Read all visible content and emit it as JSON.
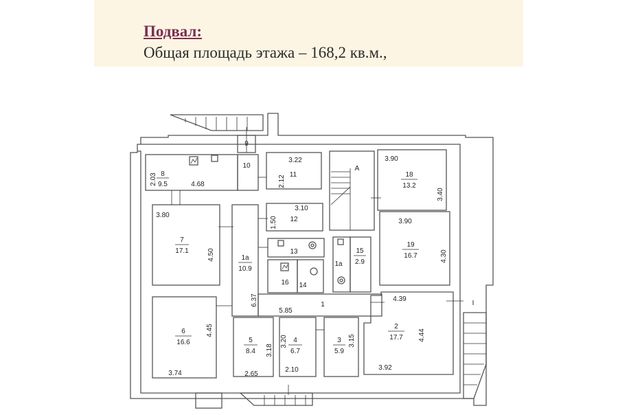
{
  "header": {
    "title": "Подвал:",
    "subtitle": "Общая площадь этажа – 168,2 кв.м.,"
  },
  "colors": {
    "header_bg": "#fdf5e3",
    "title": "#7a2f55"
  },
  "plan": {
    "rooms": {
      "r1": {
        "num": "1"
      },
      "r1a_left": {
        "num": "1a",
        "area": "10.9"
      },
      "r1a_right": {
        "num": "1a"
      },
      "r2": {
        "num": "2",
        "area": "17.7"
      },
      "r3": {
        "num": "3",
        "area": "5.9"
      },
      "r4": {
        "num": "4",
        "area": "6.7"
      },
      "r5": {
        "num": "5",
        "area": "8.4"
      },
      "r6": {
        "num": "6",
        "area": "16.6"
      },
      "r7": {
        "num": "7",
        "area": "17.1"
      },
      "r8": {
        "num": "8",
        "area": "9.5"
      },
      "r9": {
        "num": "9"
      },
      "r10": {
        "num": "10"
      },
      "r11": {
        "num": "11"
      },
      "r12": {
        "num": "12"
      },
      "r13": {
        "num": "13"
      },
      "r14": {
        "num": "14"
      },
      "r15": {
        "num": "15",
        "area": "2.9"
      },
      "r16": {
        "num": "16"
      },
      "r18": {
        "num": "18",
        "area": "13.2"
      },
      "r19": {
        "num": "19",
        "area": "16.7"
      },
      "stair_a": {
        "num": "A"
      },
      "entrance_i": {
        "num": "I"
      }
    },
    "dims": {
      "d8w": "2.03",
      "d8l": "4.68",
      "d11w": "3.22",
      "d11h": "2.12",
      "d12w": "3.10",
      "d12h": "1.50",
      "d7w": "3.80",
      "d7h": "4.50",
      "d1a": "6.37",
      "d1": "5.85",
      "d18w": "3.90",
      "d18h": "3.40",
      "d19w": "3.90",
      "d19h": "4.30",
      "d6h": "4.45",
      "d6w": "3.74",
      "d5h": "3.18",
      "d5w": "2.65",
      "d4h": "3.20",
      "d4w": "2.10",
      "d3h": "3.15",
      "d2w": "4.39",
      "d2h": "4.44",
      "d2b": "3.92"
    }
  }
}
